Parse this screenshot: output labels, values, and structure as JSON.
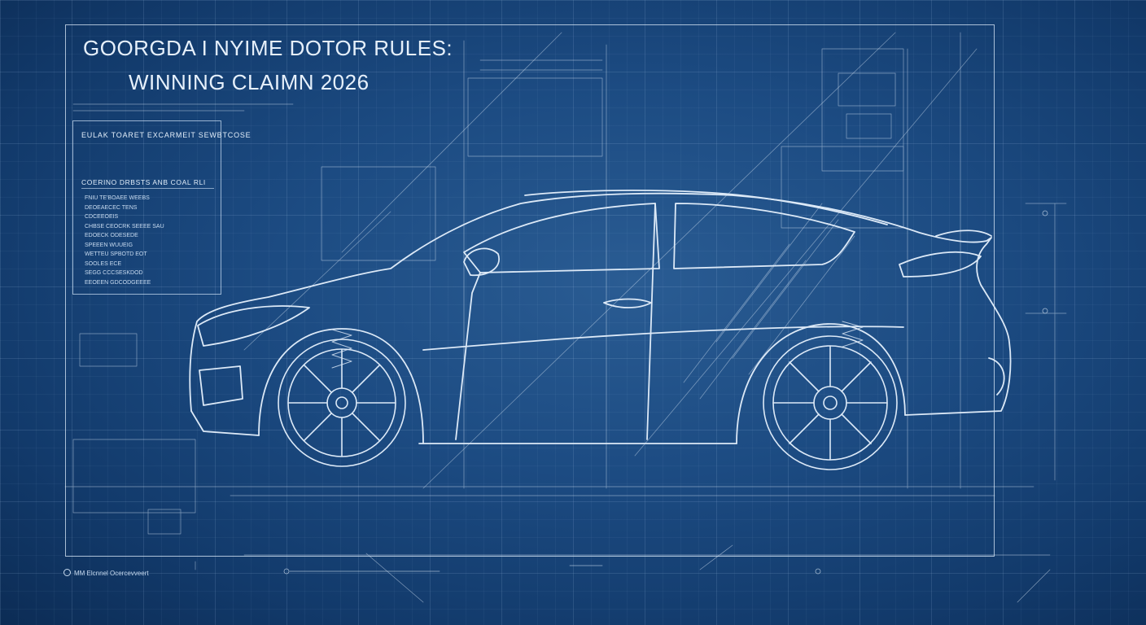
{
  "title": {
    "line1": "GOORGDA I NYIME DOTOR RULES:",
    "line2": "WINNING CLAIMN 2026"
  },
  "spec_panel": {
    "heading": "EULAK TOARET EXCARMEIT SEWBTCOSE",
    "subheading": "COERINO DRBSTS ANB COAL RLI",
    "items": [
      "FNIU TE'BOAEE WEEBS",
      "DEOEAECEC TENS",
      "CDCEEOEIS",
      "CHBSE CEOCRK SEEEE SAU",
      "EDOECK ODESEDE",
      "SPEEEN WUUEIG",
      "WETTEU SPBOTD EOT",
      "SOOLES ECE",
      "SEGG CCCSESKDOD",
      "EEOEEN GDCODGEEEE"
    ]
  },
  "footer": {
    "note": "MM Elcnnel Ocercevveert"
  },
  "colors": {
    "background": "#1c4b82",
    "line": "#dce9f7"
  }
}
